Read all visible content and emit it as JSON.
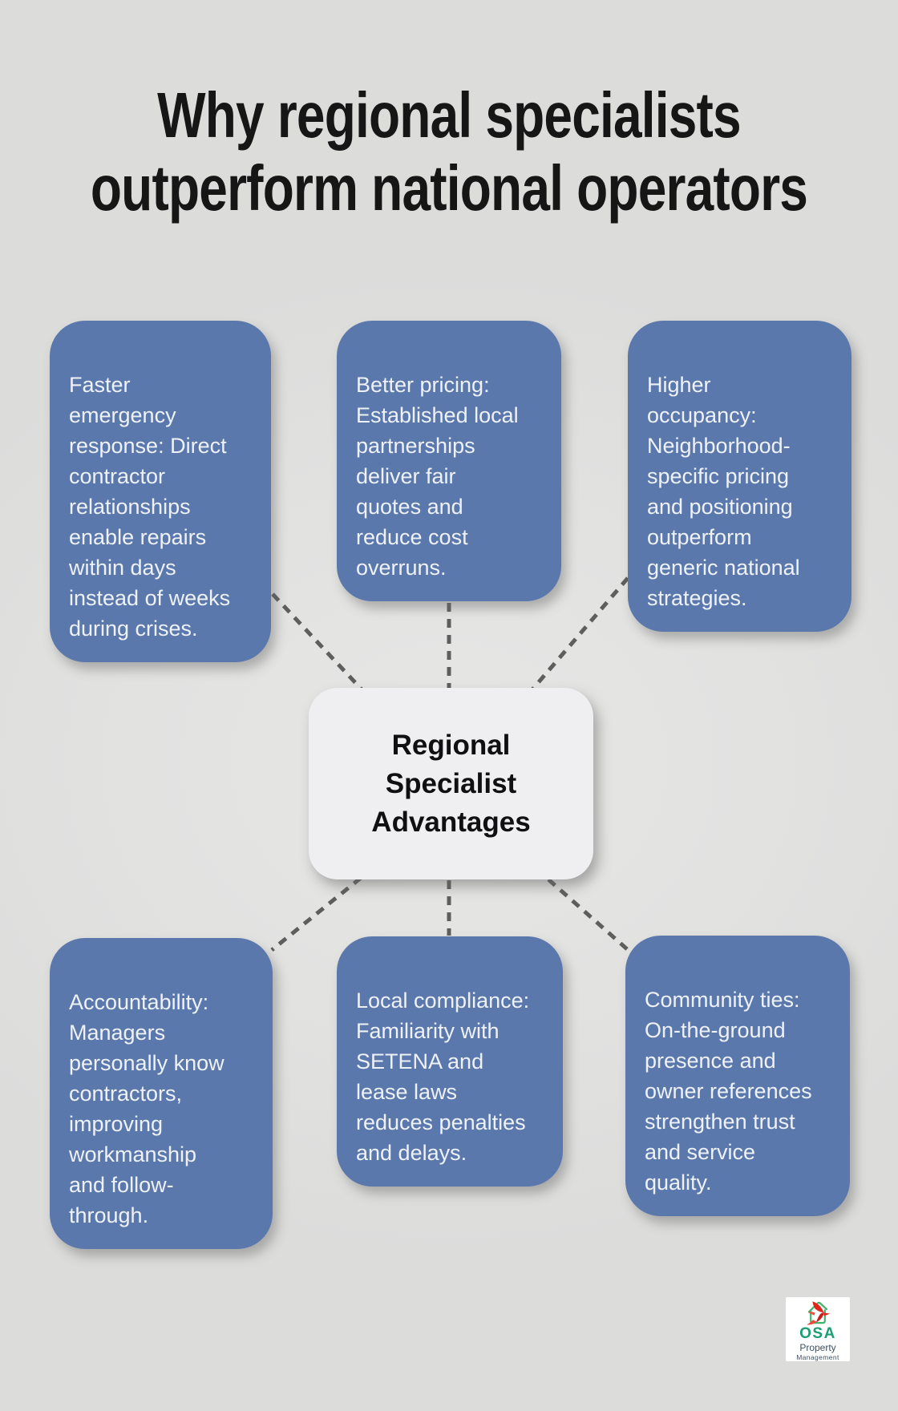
{
  "title": "Why regional specialists\noutperform national operators",
  "center_node": {
    "label": "Regional\nSpecialist\nAdvantages"
  },
  "cards": [
    {
      "id": "faster-emergency-response",
      "text": "Faster\nemergency\nresponse: Direct\ncontractor\nrelationships\nenable repairs\nwithin days\ninstead of weeks\nduring crises."
    },
    {
      "id": "better-pricing",
      "text": "Better pricing:\nEstablished local\npartnerships\ndeliver fair\nquotes and\nreduce cost\noverruns."
    },
    {
      "id": "higher-occupancy",
      "text": "Higher\noccupancy:\nNeighborhood-\nspecific pricing\nand positioning\noutperform\ngeneric national\nstrategies."
    },
    {
      "id": "accountability",
      "text": "Accountability:\nManagers\npersonally know\ncontractors,\nimproving\nworkmanship\nand follow-\nthrough."
    },
    {
      "id": "local-compliance",
      "text": "Local compliance:\nFamiliarity with\nSETENA and\nlease laws\nreduces penalties\nand delays."
    },
    {
      "id": "community-ties",
      "text": "Community ties:\nOn-the-ground\npresence and\nowner references\nstrengthen trust\nand service\nquality."
    }
  ],
  "logo": {
    "brand": "OSA",
    "line1": "Property",
    "line2": "Management",
    "icon": "house-with-hummingbird-icon"
  },
  "colors": {
    "background": "#e1e1e0",
    "background-hi": "#e7e7e6",
    "title": "#161617",
    "card-bg": "#5b78ad",
    "card-text": "#eef2f7",
    "center-bg": "#efeff2",
    "center-text": "#101012",
    "connector": "#5e5e5e",
    "logo-green": "#1b9e70",
    "logo-house": "#43b36a",
    "logo-red": "#e1251b",
    "logo-text": "#3e5063"
  }
}
